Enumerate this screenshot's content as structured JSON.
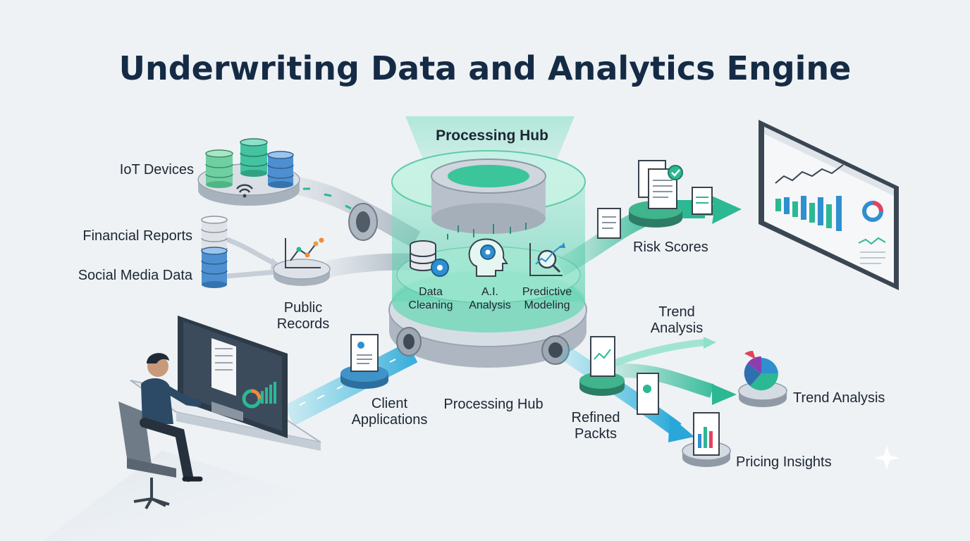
{
  "title": "Underwriting Data and Analytics Engine",
  "sources": {
    "iot": "IoT Devices",
    "financial": "Financial Reports",
    "social": "Social Media Data",
    "public_records": [
      "Public",
      "Records"
    ],
    "client_apps": [
      "Client",
      "Applications"
    ]
  },
  "hub": {
    "title": "Processing Hub",
    "base_label": "Processing Hub",
    "steps": [
      {
        "lines": [
          "Data",
          "Cleaning"
        ],
        "icon": "database-gear-icon"
      },
      {
        "lines": [
          "A.I.",
          "Analysis"
        ],
        "icon": "ai-head-gear-icon"
      },
      {
        "lines": [
          "Predictive",
          "Modeling"
        ],
        "icon": "chart-magnifier-icon"
      }
    ]
  },
  "outputs": {
    "risk_scores": "Risk Scores",
    "trend_analysis_top": [
      "Trend",
      "Analysis"
    ],
    "trend_analysis": "Trend Analysis",
    "refined_packets": [
      "Refined",
      "Packts"
    ],
    "pricing_insights": "Pricing Insights"
  },
  "colors": {
    "title": "#152b45",
    "teal": "#2bb893",
    "teal_light": "#7fe0c4",
    "blue": "#2f8fd0",
    "cyan": "#2cc2e0",
    "gray": "#cdd4dc"
  }
}
